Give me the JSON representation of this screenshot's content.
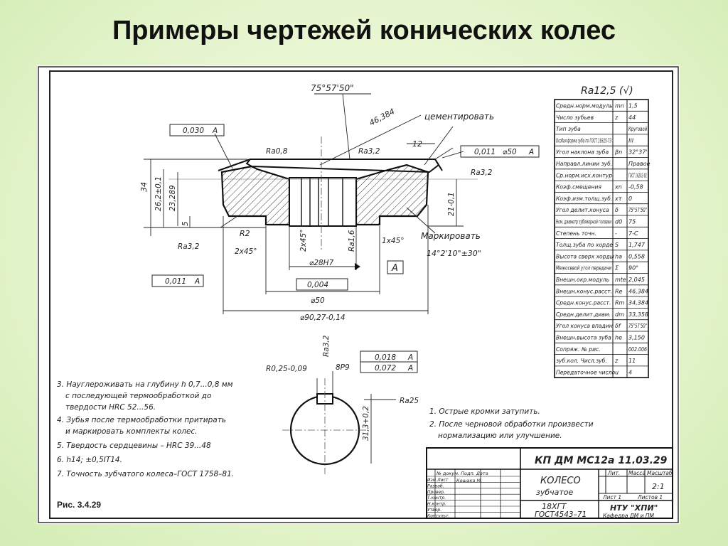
{
  "slide": {
    "title": "Примеры чертежей конических колес"
  },
  "drawing": {
    "angle_top": "75°57'50\"",
    "dim_46384": "46,384",
    "cementation": "цементировать",
    "dim_12": "12",
    "tol_runout_top": "0,030",
    "tol_datum": "A",
    "tol_runout_right": "0,011",
    "tol_runout_right_dia": "⌀50",
    "ra08": "Ra0,8",
    "ra32": "Ra3,2",
    "ra16": "Ra1,6",
    "dim_34": "34",
    "dim_262": "26,2±0,1",
    "dim_23289": "23,289",
    "dim_5": "5",
    "dim_21": "21-0,1",
    "r2": "R2",
    "chamfer_2x45": "2x45°",
    "chamfer_1x45": "1x45°",
    "marking": "Маркировать",
    "angle_bottom": "14°2'10\"±30\"",
    "dia_28": "⌀28H7",
    "tol_runout_left": "0,011",
    "tol_flat": "0,004",
    "dia_50": "⌀50",
    "dia_9027": "⌀90,27-0,14",
    "key_r": "R0,25-0,09",
    "key_8p9": "8P9",
    "key_tol1": "0,018",
    "key_tol2": "0,072",
    "key_313": "31,3+0,2",
    "ra25": "Ra25",
    "roughness_main": "Ra12,5 (√)",
    "fig_label": "Рис. 3.4.29"
  },
  "notes_left": [
    "3. Науглероживать на глубину h  0,7...0,8 мм",
    "с последующей термообработкой до",
    "твердости HRC 52...56.",
    "4. Зубья после термообработки притирать",
    "и маркировать комплекты колес.",
    "5. Твердость сердцевины – HRC 39...48",
    "6. h14; ±0,5IT14.",
    "7. Точность зубчатого колеса–ГОСТ 1758–81."
  ],
  "notes_right": [
    "1. Острые кромки затупить.",
    "2. После черновой обработки произвести",
    "нормализацию или улучшение."
  ],
  "param_table": [
    [
      "Средн.норм.модуль",
      "mn",
      "1,5"
    ],
    [
      "Число зубьев",
      "z",
      "44"
    ],
    [
      "Тип зуба",
      "",
      "Круговой"
    ],
    [
      "Особая форма зуба по ГОСТ 19325-73",
      "",
      "III"
    ],
    [
      "Угол наклона зуба",
      "βn",
      "32°37'"
    ],
    [
      "Направл.линии зуб.",
      "",
      "Правое"
    ],
    [
      "Ср.норм.исх.контур",
      "",
      "ГОСТ 16202-81"
    ],
    [
      "Коэф.смещения",
      "xn",
      "-0,58"
    ],
    [
      "Коэф.изм.толщ.зуб.",
      "xτ",
      "0"
    ],
    [
      "Угол делит.конуса",
      "δ",
      "75°57'50\""
    ],
    [
      "Ном. диаметр зубомерной головки",
      "d0",
      "75"
    ],
    [
      "Степень точн.",
      "-",
      "7-C"
    ],
    [
      "Толщ.зуба по хорде",
      "S",
      "1,747"
    ],
    [
      "Высота сверх хорды",
      "ha",
      "0,558"
    ],
    [
      "Межосевой угол передачи",
      "Σ",
      "90°"
    ],
    [
      "Внешн.окр.модуль",
      "mte",
      "2,045"
    ],
    [
      "Внешн.конус.расст.",
      "Re",
      "46,384"
    ],
    [
      "Средн.конус.расст.",
      "Rm",
      "34,384"
    ],
    [
      "Средн.делит.диам.",
      "dm",
      "33,358"
    ],
    [
      "Угол конуса впадин",
      "δf",
      "75°57'50\""
    ],
    [
      "Внешн.высота зуба",
      "he",
      "3,150"
    ],
    [
      "Сопряж. № рис.",
      "",
      "002.006"
    ],
    [
      "зуб.кол. Числ.зуб.",
      "z",
      "11"
    ],
    [
      "Передаточное число",
      "u",
      "4"
    ]
  ],
  "title_block": {
    "doc_code": "КП ДМ МС12а 11.03.29",
    "part_name": "КОЛЕСО",
    "part_sub": "зубчатое",
    "material": "18ХГТ",
    "material_std": "ГОСТ4543–71",
    "scale": "2:1",
    "lit_header": "Лит.",
    "mass_header": "Масса",
    "scale_header": "Масштаб",
    "sheet_label": "Лист 1",
    "sheets_label": "Листов 1",
    "org": "НТУ \"ХПИ\"",
    "dept": "Кафедра ДМ и ПМ",
    "sig_rows": [
      "Изм.Лист",
      "Разраб.",
      "Провер.",
      "Т.контр.",
      "Н.контр.",
      "Утвер.",
      "Консульт."
    ],
    "sig_cols": "№ докум.  Подп.  Дата",
    "developer": "Кошака М."
  }
}
